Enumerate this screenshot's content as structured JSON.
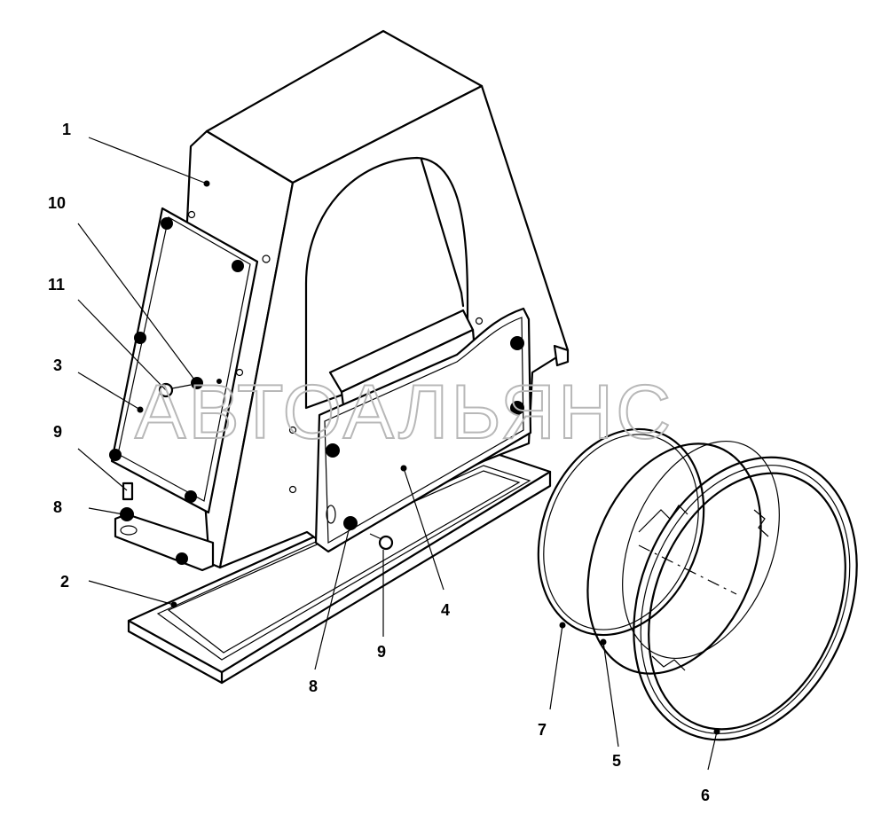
{
  "watermark": "АВТОАЛЬЯНС",
  "labels": {
    "l1": "1",
    "l10": "10",
    "l11": "11",
    "l3": "3",
    "l9a": "9",
    "l8a": "8",
    "l2": "2",
    "l8b": "8",
    "l9b": "9",
    "l4": "4",
    "l7": "7",
    "l5": "5",
    "l6": "6"
  }
}
